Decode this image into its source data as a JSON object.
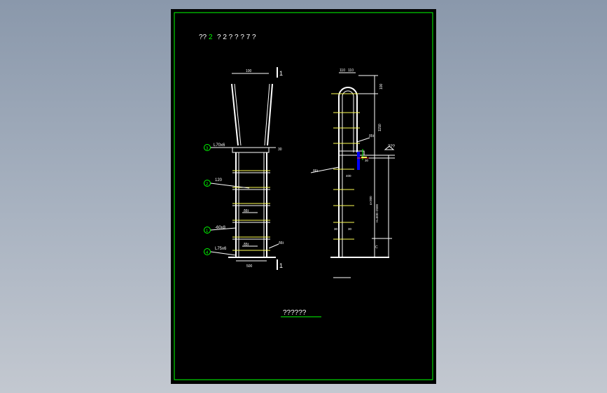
{
  "drawing": {
    "title_prefix": "??",
    "title_num": "2",
    "title_suffix": "? 2 ? ? ? 7 ?",
    "bottom_caption": "??????",
    "section_label": "1-1",
    "cut_mark": "1",
    "front": {
      "top_width": "100",
      "bottom_width": "500",
      "small_dim": "30",
      "callouts": [
        {
          "num": "3",
          "label": "L70x6"
        },
        {
          "num": "2",
          "label": "120"
        },
        {
          "num": "1",
          "label": "-60x8"
        },
        {
          "num": "4",
          "label": "L75x6"
        }
      ],
      "weld_a": "δ6t",
      "weld_b": "δ5t",
      "weld_c": "δ6t"
    },
    "section": {
      "top_dims": [
        "110",
        "110"
      ],
      "vert_dims": [
        "100",
        "1150"
      ],
      "weld_a": "δ5t",
      "weld_b": "δ6t",
      "level_label": "???",
      "dim_30a": "30",
      "dim_400": "400",
      "dim_vert_mid": "n×300",
      "dim_vert_long": "H=500~2500",
      "dim_30b": "30",
      "dim_30c": "30",
      "dim_c": "C"
    },
    "colors": {
      "sheet_bg": "#000000",
      "frame": "#00ff00",
      "line": "#ffffff",
      "rung": "#ffff55",
      "accent": "#0000ff"
    }
  }
}
